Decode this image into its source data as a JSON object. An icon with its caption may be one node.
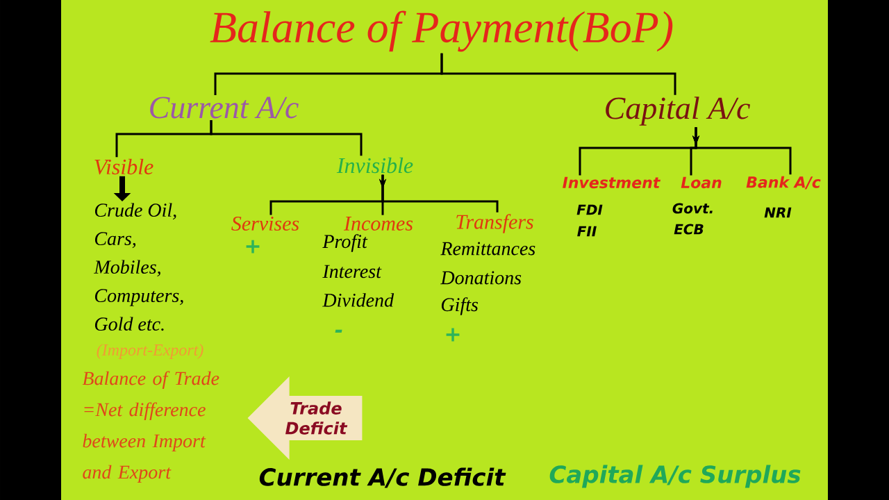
{
  "diagram": {
    "nodes": [
      {
        "text": [
          "Balance of Payment(BoP)"
        ]
      },
      {
        "text": [
          "Current A/c"
        ]
      },
      {
        "text": [
          "Capital A/c"
        ]
      },
      {
        "text": [
          "Visible"
        ]
      },
      {
        "text": [
          "Invisible"
        ]
      },
      {
        "text": [
          "Crude Oil,",
          "Cars,",
          "Mobiles,",
          "Computers,",
          "Gold etc."
        ]
      },
      {
        "text": [
          "Servises"
        ]
      },
      {
        "text": [
          "Incomes"
        ]
      },
      {
        "text": [
          "Transfers"
        ]
      },
      {
        "text": [
          "Investment"
        ]
      },
      {
        "text": [
          "Loan"
        ]
      },
      {
        "text": [
          "Bank A/c"
        ]
      },
      {
        "text": [
          "Trade Deficit"
        ]
      }
    ],
    "edges": [
      {
        "from": 0,
        "to": 1,
        "arrow": "none"
      },
      {
        "from": 0,
        "to": 2,
        "arrow": "none"
      },
      {
        "from": 1,
        "to": 3,
        "arrow": "none"
      },
      {
        "from": 1,
        "to": 4,
        "arrow": "none"
      },
      {
        "from": 3,
        "to": 5,
        "arrow": "to",
        "style": "thick"
      },
      {
        "from": 4,
        "to": 6,
        "arrow": "to"
      },
      {
        "from": 4,
        "to": 7,
        "arrow": "to"
      },
      {
        "from": 4,
        "to": 8,
        "arrow": "to"
      },
      {
        "from": 2,
        "to": 9,
        "arrow": "to"
      },
      {
        "from": 2,
        "to": 10,
        "arrow": "to"
      },
      {
        "from": 2,
        "to": 11,
        "arrow": "to"
      }
    ],
    "labels": [
      "FDI",
      "FII",
      "Govt.",
      "ECB",
      "NRI",
      "+",
      "Profit",
      "Interest",
      "Dividend",
      "Remittances",
      "Donations",
      "Gifts",
      "-",
      "+",
      "(Import-Export)",
      "Balance of Trade =Net difference between Import and Export",
      "Current A/c Deficit",
      "Capital A/c Surplus"
    ]
  }
}
